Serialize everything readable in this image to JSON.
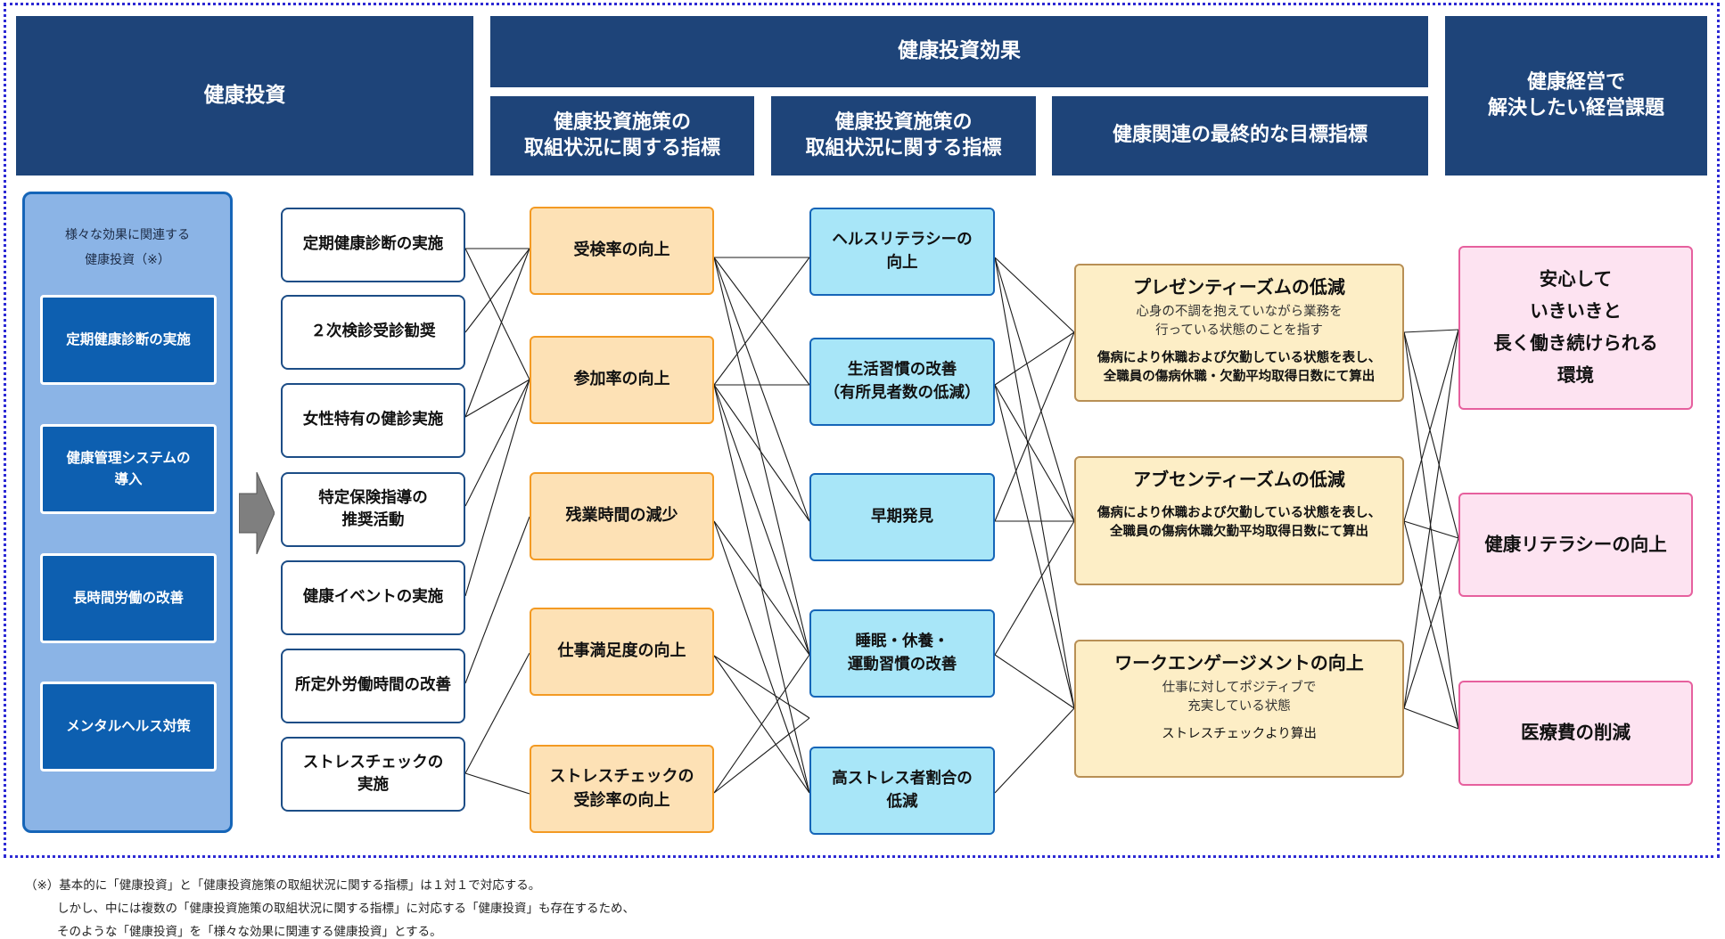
{
  "headers": {
    "investment": "健康投資",
    "effects": "健康投資効果",
    "measure_1": "健康投資施策の\n取組状況に関する指標",
    "measure_2": "健康投資施策の\n取組状況に関する指標",
    "final_goal": "健康関連の最終的な目標指標",
    "issues": "健康経営で\n解決したい経営課題"
  },
  "left_panel": {
    "caption": "様々な効果に関連する\n健康投資（※）",
    "items": [
      "定期健康診断の実施",
      "健康管理システムの\n導入",
      "長時間労働の改善",
      "メンタルヘルス対策"
    ]
  },
  "investments": [
    "定期健康診断の実施",
    "２次検診受診勧奨",
    "女性特有の健診実施",
    "特定保険指導の\n推奨活動",
    "健康イベントの実施",
    "所定外労働時間の改善",
    "ストレスチェックの\n実施"
  ],
  "measures_a": [
    "受検率の向上",
    "参加率の向上",
    "残業時間の減少",
    "仕事満足度の向上",
    "ストレスチェックの\n受診率の向上"
  ],
  "measures_b": [
    "ヘルスリテラシーの\n向上",
    "生活習慣の改善\n（有所見者数の低減）",
    "早期発見",
    "睡眠・休養・\n運動習慣の改善",
    "高ストレス者割合の\n低減"
  ],
  "goals": [
    {
      "title": "プレゼンティーズムの低減",
      "sub": "心身の不調を抱えていながら業務を\n行っている状態のことを指す",
      "measure": "傷病により休職および欠勤している状態を表し、\n全職員の傷病休職・欠勤平均取得日数にて算出"
    },
    {
      "title": "アブセンティーズムの低減",
      "sub": "",
      "measure": "傷病により休職および欠勤している状態を表し、\n全職員の傷病休職欠勤平均取得日数にて算出"
    },
    {
      "title": "ワークエンゲージメントの向上",
      "sub": "仕事に対してポジティブで\n充実している状態",
      "measure": "ストレスチェックより算出"
    }
  ],
  "issues": [
    "安心して\nいきいきと\n長く働き続けられる\n環境",
    "健康リテラシーの向上",
    "医療費の削減"
  ],
  "notes": [
    "（※）基本的に「健康投資」と「健康投資施策の取組状況に関する指標」は１対１で対応する。",
    "しかし、中には複数の「健康投資施策の取組状況に関する指標」に対応する「健康投資」も存在するため、",
    "そのような「健康投資」を「様々な効果に関連する健康投資」とする。"
  ],
  "colors": {
    "header": "#1e4479",
    "investment_border": "#1c4d86",
    "measure_a_fill": "#fde1b5",
    "measure_a_border": "#f39a23",
    "measure_b_fill": "#a8e6f8",
    "goal_fill": "#fdeec6",
    "issue_fill": "#fde3f1",
    "issue_border": "#e6609e",
    "frame": "#2d2ad4"
  }
}
